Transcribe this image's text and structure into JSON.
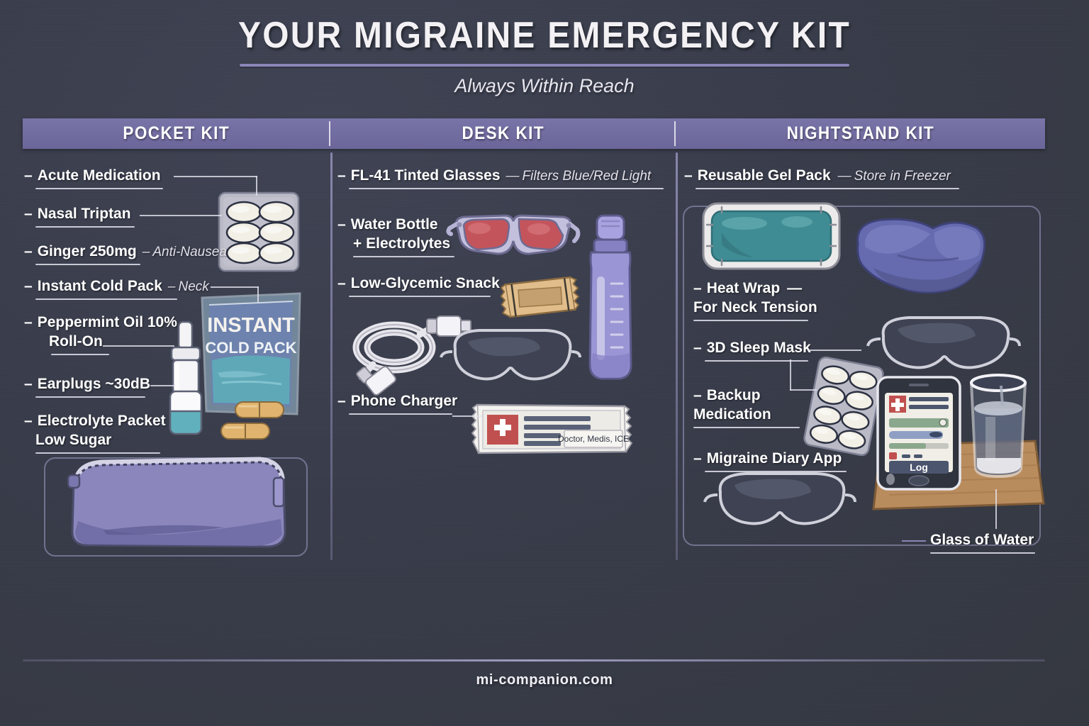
{
  "header": {
    "title": "YOUR MIGRAINE EMERGENCY KIT",
    "subtitle": "Always Within Reach"
  },
  "band": {
    "sections": [
      {
        "label": "POCKET KIT"
      },
      {
        "label": "DESK KIT"
      },
      {
        "label": "NIGHTSTAND KIT"
      }
    ]
  },
  "columns": {
    "pocket": {
      "title": "POCKET KIT",
      "items": [
        {
          "main": "Acute Medication",
          "sub": ""
        },
        {
          "main": "Nasal Triptan",
          "sub": ""
        },
        {
          "main": "Ginger 250mg",
          "sub": "Anti-Nausea",
          "sep": "–"
        },
        {
          "main": "Instant Cold Pack",
          "sub": "Neck",
          "sep": "–"
        },
        {
          "main": "Peppermint Oil 10%",
          "cont": "Roll-On"
        },
        {
          "main": "Earplugs ~30dB",
          "sub": ""
        },
        {
          "main": "Electrolyte Packet",
          "cont": "Low Sugar"
        }
      ]
    },
    "desk": {
      "title": "DESK KIT",
      "items": [
        {
          "main": "FL-41 Tinted Glasses",
          "sub": "Filters Blue/Red Light",
          "sep": "—"
        },
        {
          "main": "Water Bottle",
          "cont": "+ Electrolytes"
        },
        {
          "main": "Low-Glycemic Snack",
          "sub": ""
        },
        {
          "main": "Phone Charger",
          "sub": ""
        }
      ]
    },
    "nightstand": {
      "title": "NIGHTSTAND KIT",
      "items": [
        {
          "main": "Reusable Gel Pack",
          "sub": "Store in Freezer",
          "sep": "—"
        },
        {
          "main": "Heat Wrap",
          "sep_after": "—",
          "cont": "For Neck Tension"
        },
        {
          "main": "3D Sleep Mask",
          "sub": ""
        },
        {
          "main": "Backup",
          "cont": "Medication"
        },
        {
          "main": "Migraine Diary App",
          "sub": ""
        },
        {
          "main": "Glass of Water",
          "sub": ""
        }
      ]
    }
  },
  "artwork": {
    "cold_pack": {
      "line1": "INSTANT",
      "line2": "COLD PACK"
    },
    "medical_card": {
      "text": "Doctor, Medis, ICE"
    },
    "phone": {
      "button": "Log"
    }
  },
  "footer": {
    "site": "mi-companion.com"
  },
  "colors": {
    "background": "#383c4a",
    "band": "#6f6a9e",
    "accent": "#8a86b8",
    "text": "#f2f2f7",
    "gel_pack": "#3f8c94",
    "lens_red": "#c4545c",
    "bottle": "#9a95d4",
    "pouch": "#8b87bd",
    "snack": "#e0bd8a",
    "wood": "#b98c5e",
    "card_red": "#c0504f"
  }
}
